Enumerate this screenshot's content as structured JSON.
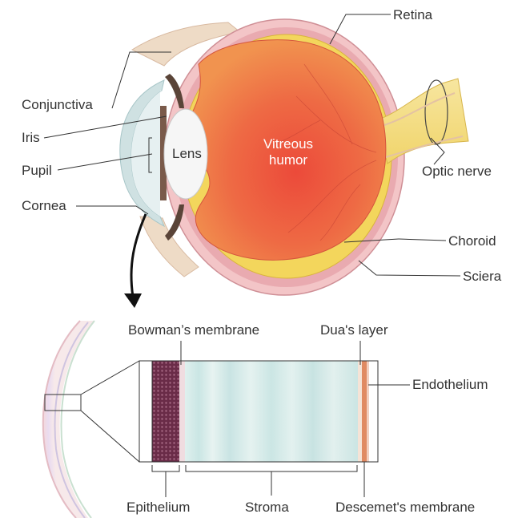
{
  "eye_labels": {
    "retina": "Retina",
    "conjunctiva": "Conjunctiva",
    "iris": "Iris",
    "pupil": "Pupil",
    "cornea": "Cornea",
    "lens": "Lens",
    "vitreous_line1": "Vitreous",
    "vitreous_line2": "humor",
    "optic_nerve": "Optic nerve",
    "choroid": "Choroid",
    "sclera": "Sciera"
  },
  "cornea_labels": {
    "bowman": "Bowman’s membrane",
    "dua": "Dua's layer",
    "endothelium": "Endothelium",
    "epithelium": "Epithelium",
    "stroma": "Stroma",
    "descemet": "Descemet's membrane"
  },
  "colors": {
    "label_text": "#333333",
    "leader_line": "#333333",
    "vitreous": "#e8563b",
    "retina_yellow": "#f3d65c",
    "sclera_pink": "#f2c6c8",
    "lens": "#f4f4f4",
    "epithelium": "#6b2f4a",
    "stroma_band": "#cfe6e6",
    "descemet": "#e07a56",
    "arrow": "#111111"
  }
}
